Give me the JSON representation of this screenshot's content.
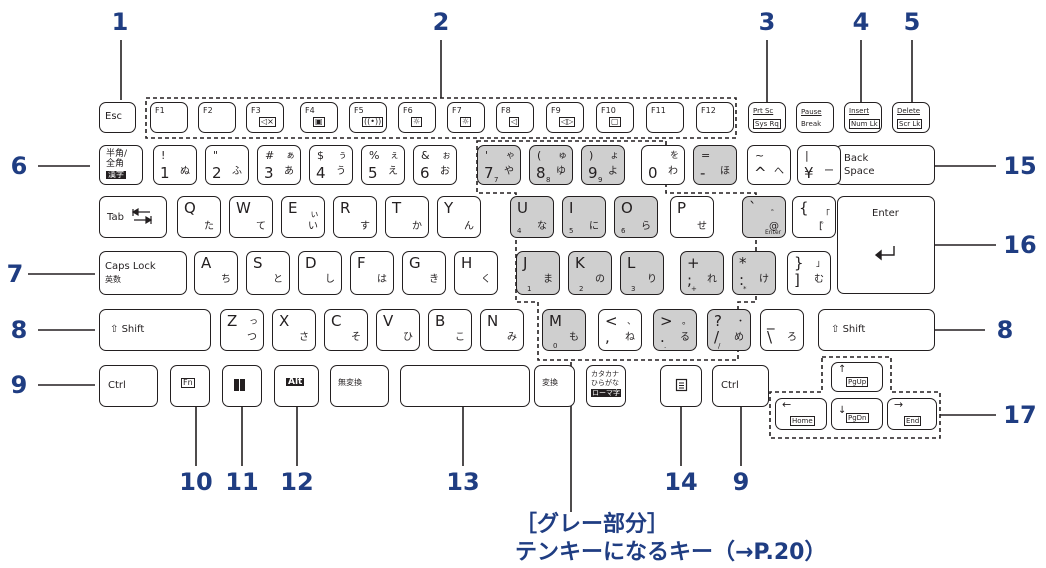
{
  "callouts": {
    "c1": "1",
    "c2": "2",
    "c3": "3",
    "c4": "4",
    "c5": "5",
    "c6": "6",
    "c7": "7",
    "c8a": "8",
    "c8b": "8",
    "c9a": "9",
    "c9b": "9",
    "c10": "10",
    "c11": "11",
    "c12": "12",
    "c13": "13",
    "c14": "14",
    "c15": "15",
    "c16": "16",
    "c17": "17"
  },
  "note": {
    "line1": "［グレー部分］",
    "line2": "テンキーになるキー（→P.20）"
  },
  "keys": {
    "esc": "Esc",
    "f1": "F1",
    "f2": "F2",
    "f3": "F3",
    "f4": "F4",
    "f5": "F5",
    "f6": "F6",
    "f7": "F7",
    "f8": "F8",
    "f9": "F9",
    "f10": "F10",
    "f11": "F11",
    "f12": "F12",
    "prtsc": "Prt Sc",
    "sysrq": "Sys Rq",
    "pause": "Pause",
    "brk": "Break",
    "insert": "Insert",
    "numlk": "Num Lk",
    "delete": "Delete",
    "scrlk": "Scr Lk",
    "hankaku1": "半角/",
    "hankaku2": "全角",
    "hankaku3": "漢字",
    "backspace1": "Back",
    "backspace2": "Space",
    "tab": "Tab",
    "enter": "Enter",
    "capslock": "Caps Lock",
    "eisu": "英数",
    "shift": "Shift",
    "ctrl": "Ctrl",
    "fn": "Fn",
    "alt": "Alt",
    "muhenkan": "無変換",
    "henkan": "変換",
    "kata1": "カタカナ",
    "kata2": "ひらがな",
    "kata3": "ローマ字",
    "pgup": "PgUp",
    "pgdn": "PgDn",
    "home": "Home",
    "end": "End",
    "enter_small": "Enter"
  },
  "row1": [
    {
      "top": "!",
      "bot": "1",
      "kana": "ぬ",
      "tk": ""
    },
    {
      "top": "\"",
      "bot": "2",
      "kana": "ふ",
      "tk": ""
    },
    {
      "top": "#",
      "bot": "3",
      "kana": "あ",
      "tk": "ぁ"
    },
    {
      "top": "$",
      "bot": "4",
      "kana": "う",
      "tk": "ぅ"
    },
    {
      "top": "%",
      "bot": "5",
      "kana": "え",
      "tk": "ぇ"
    },
    {
      "top": "&",
      "bot": "6",
      "kana": "お",
      "tk": "ぉ"
    },
    {
      "top": "'",
      "bot": "7",
      "kana": "や",
      "tk": "ゃ",
      "num": "7"
    },
    {
      "top": "(",
      "bot": "8",
      "kana": "ゆ",
      "tk": "ゅ",
      "num": "8"
    },
    {
      "top": ")",
      "bot": "9",
      "kana": "よ",
      "tk": "ょ",
      "num": "9"
    },
    {
      "top": "",
      "bot": "0",
      "kana": "わ",
      "tk": "を"
    },
    {
      "top": "=",
      "bot": "-",
      "kana": "ほ",
      "tk": ""
    },
    {
      "top": "~",
      "bot": "^",
      "kana": "へ",
      "tk": ""
    },
    {
      "top": "|",
      "bot": "¥",
      "kana": "ー",
      "tk": ""
    }
  ],
  "row2": [
    {
      "top": "Q",
      "kana": "た"
    },
    {
      "top": "W",
      "kana": "て"
    },
    {
      "top": "E",
      "kana": "い",
      "tk": "ぃ"
    },
    {
      "top": "R",
      "kana": "す"
    },
    {
      "top": "T",
      "kana": "か"
    },
    {
      "top": "Y",
      "kana": "ん"
    },
    {
      "top": "U",
      "kana": "な",
      "num": "4"
    },
    {
      "top": "I",
      "kana": "に",
      "num": "5"
    },
    {
      "top": "O",
      "kana": "ら",
      "num": "6"
    },
    {
      "top": "P",
      "kana": "せ"
    },
    {
      "top": "`",
      "kana": "@",
      "tk": "゛"
    },
    {
      "top": "{",
      "kana": "[",
      "tk": "「",
      "k2": "゜"
    }
  ],
  "row3": [
    {
      "top": "A",
      "kana": "ち"
    },
    {
      "top": "S",
      "kana": "と"
    },
    {
      "top": "D",
      "kana": "し"
    },
    {
      "top": "F",
      "kana": "は"
    },
    {
      "top": "G",
      "kana": "き"
    },
    {
      "top": "H",
      "kana": "く"
    },
    {
      "top": "J",
      "kana": "ま",
      "num": "1"
    },
    {
      "top": "K",
      "kana": "の",
      "num": "2"
    },
    {
      "top": "L",
      "kana": "り",
      "num": "3"
    },
    {
      "top": "+",
      "bot": ";",
      "kana": "れ",
      "num": "+"
    },
    {
      "top": "*",
      "bot": ":",
      "kana": "け",
      "num": "*"
    },
    {
      "top": "}",
      "bot": "]",
      "kana": "む",
      "tk": "」"
    }
  ],
  "row4": [
    {
      "top": "Z",
      "kana": "つ",
      "tk": "っ"
    },
    {
      "top": "X",
      "kana": "さ"
    },
    {
      "top": "C",
      "kana": "そ"
    },
    {
      "top": "V",
      "kana": "ひ"
    },
    {
      "top": "B",
      "kana": "こ"
    },
    {
      "top": "N",
      "kana": "み"
    },
    {
      "top": "M",
      "kana": "も",
      "num": "0"
    },
    {
      "top": "<",
      "bot": ",",
      "kana": "ね",
      "tk": "、"
    },
    {
      "top": ">",
      "bot": ".",
      "kana": "る",
      "tk": "。",
      "num": "."
    },
    {
      "top": "?",
      "bot": "/",
      "kana": "め",
      "tk": "・",
      "num": "/"
    },
    {
      "top": "_",
      "bot": "\\",
      "kana": "ろ"
    }
  ]
}
